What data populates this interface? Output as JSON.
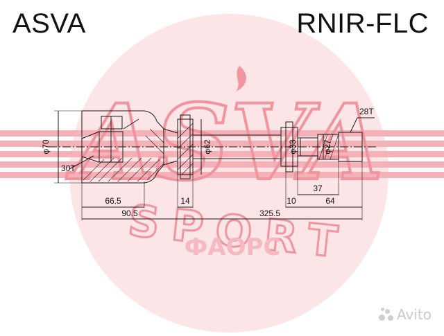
{
  "header": {
    "brand": "ASVA",
    "part_number": "RNIR-FLC"
  },
  "watermark": {
    "logo_text": "ASVA",
    "sport_text": "SPORT",
    "sticker_text": "ФАОРС"
  },
  "drawing": {
    "labels": {
      "diameter_70": "φ70",
      "splines_30t": "30T",
      "diameter_62": "φ62",
      "diameter_33": "φ33",
      "diameter_27": "φ27",
      "splines_28t": "28T",
      "dim_66_5": "66.5",
      "dim_90_5": "90.5",
      "dim_14": "14",
      "dim_325_5": "325.5",
      "dim_10": "10",
      "dim_37": "37",
      "dim_64": "64"
    }
  },
  "footer": {
    "site_mark": "Avito"
  },
  "colors": {
    "watermark_red": "#e8212e",
    "watermark_pink": "#f6c9cd",
    "line": "#1a1a1a"
  }
}
